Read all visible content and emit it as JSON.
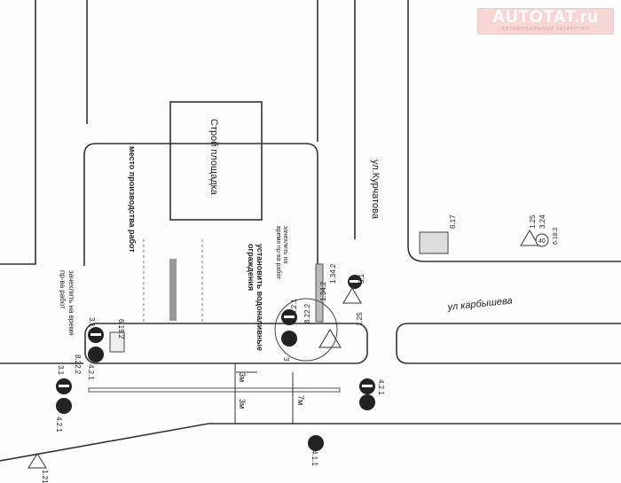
{
  "logo": {
    "text": "AUTOTAT.ru",
    "tagline": "АВТОМОБИЛЬНЫЙ ТАТАРСТАН"
  },
  "labels": {
    "construction_site": "Строй площадка",
    "street_kurchatova": "ул.Курчатова",
    "street_karbysheva": "ул карбышева",
    "work_area": "место производства работ",
    "cover_left_1": "зачехлить на время",
    "cover_left_2": "пр-ва работ",
    "cover_mid_1": "зачехлить на",
    "cover_mid_2": "время пр-ва работ",
    "barrier_1": "установить водоналивные",
    "barrier_2": "ограждения"
  },
  "dimensions": {
    "d1": "3м",
    "d2": "3м",
    "d3": "7м"
  },
  "signs": {
    "s617": "6.17",
    "s125a": "1.25",
    "s324": "3.24",
    "s6182": "6.18.2",
    "speed": "40",
    "s1342a": "1.34.2",
    "s1342b": "1.34.2",
    "s125b": "1.25",
    "s31a": "3.1",
    "s421a": "4.2.1",
    "s8222a": "8.22.2",
    "s3b": "3",
    "s31b": "3.1",
    "s6192": "6.19.2",
    "s8222b": "8.22.2",
    "s421b": "4.2.1",
    "s31c": "3.1",
    "s421c": "4.2.1",
    "s421d": "4.2.1",
    "s31d": "3.1",
    "s411": "4.1.1",
    "s121": "1.21"
  }
}
